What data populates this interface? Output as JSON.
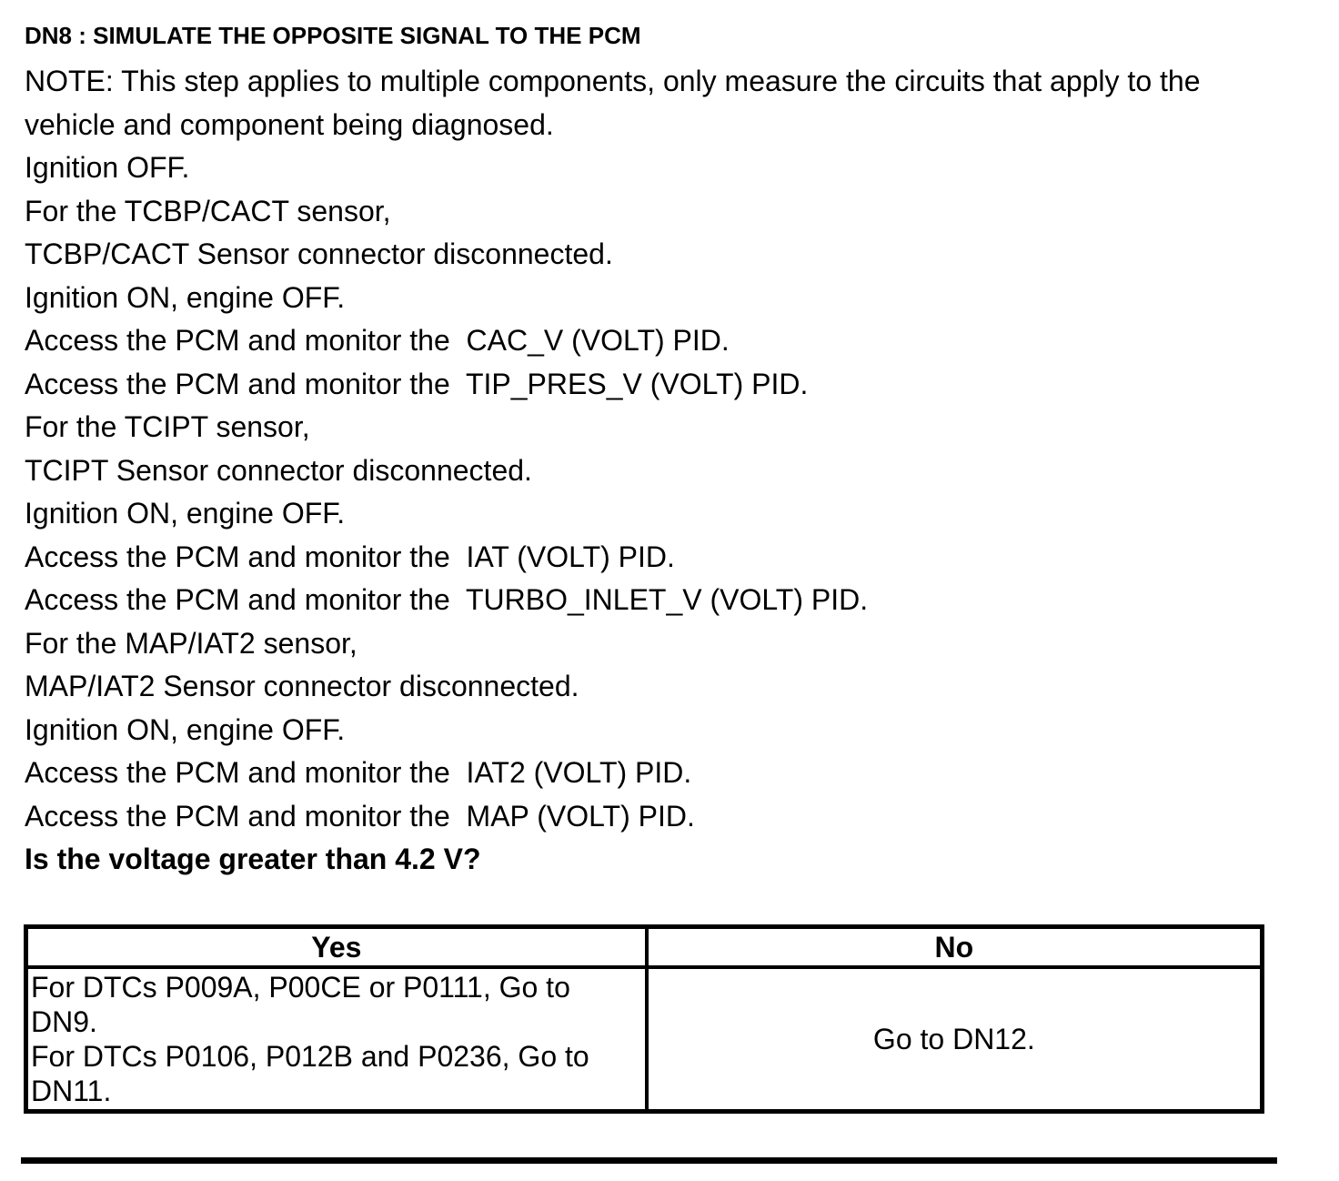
{
  "colors": {
    "text": "#000000",
    "background": "#ffffff",
    "table_border": "#000000"
  },
  "document": {
    "title": "DN8 : SIMULATE THE OPPOSITE SIGNAL TO THE PCM",
    "note": "NOTE: This step applies to multiple components, only measure the circuits that apply to the vehicle and component being diagnosed.",
    "steps": [
      "Ignition OFF.",
      "For the TCBP/CACT sensor,",
      "TCBP/CACT Sensor connector disconnected.",
      "Ignition ON, engine OFF.",
      "Access the PCM and monitor the  CAC_V (VOLT) PID.",
      "Access the PCM and monitor the  TIP_PRES_V (VOLT) PID.",
      "For the TCIPT sensor,",
      "TCIPT Sensor connector disconnected.",
      "Ignition ON, engine OFF.",
      "Access the PCM and monitor the  IAT (VOLT) PID.",
      "Access the PCM and monitor the  TURBO_INLET_V (VOLT) PID.",
      "For the MAP/IAT2 sensor,",
      "MAP/IAT2 Sensor connector disconnected.",
      "Ignition ON, engine OFF.",
      "Access the PCM and monitor the  IAT2 (VOLT) PID.",
      "Access the PCM and monitor the  MAP (VOLT) PID."
    ],
    "question": "Is the voltage greater than 4.2 V?",
    "decision_table": {
      "yes_header": "Yes",
      "no_header": "No",
      "yes_result_line_1": "For DTCs P009A, P00CE or P0111, Go to DN9.",
      "yes_result_line_2": "For DTCs P0106, P012B and P0236, Go to DN11.",
      "no_result": "Go to DN12."
    }
  }
}
